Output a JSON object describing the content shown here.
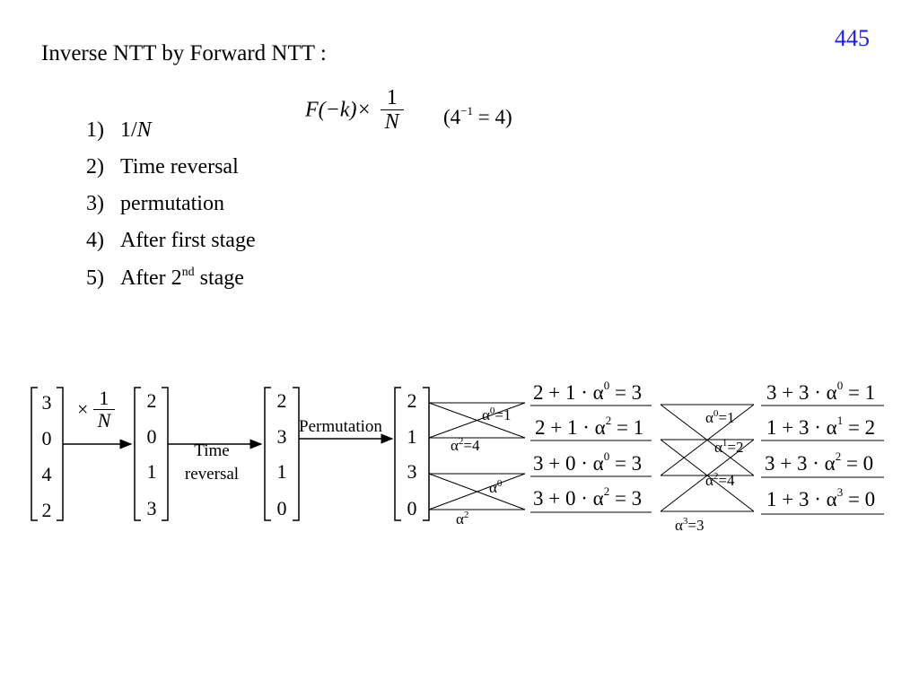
{
  "page_number": "445",
  "title": "Inverse NTT by Forward NTT :",
  "formula": {
    "lhs": "F(−k)×",
    "frac_num": "1",
    "frac_den": "N",
    "note_open": "(4",
    "note_exp": "−1",
    "note_rest": " = 4)"
  },
  "steps": [
    {
      "num": "1)",
      "text_a": "1/",
      "text_b": "N"
    },
    {
      "num": "2)",
      "text": "Time reversal"
    },
    {
      "num": "3)",
      "text": "permutation"
    },
    {
      "num": "4)",
      "text": "After first stage"
    },
    {
      "num": "5)",
      "text_a": "After 2",
      "sup": "nd",
      "text_b": " stage"
    }
  ],
  "vectors": {
    "input": [
      "3",
      "0",
      "4",
      "2"
    ],
    "after_scale": [
      "2",
      "0",
      "1",
      "3"
    ],
    "after_reversal": [
      "2",
      "3",
      "1",
      "0"
    ],
    "after_permutation": [
      "2",
      "1",
      "3",
      "0"
    ]
  },
  "arrow_labels": {
    "scale_times": "×",
    "scale_num": "1",
    "scale_den": "N",
    "time_reversal_1": "Time",
    "time_reversal_2": "reversal",
    "permutation": "Permutation"
  },
  "stage1": {
    "twiddles": [
      {
        "base": "α",
        "exp": "0",
        "rest": "=1"
      },
      {
        "base": "α",
        "exp": "2",
        "rest": "=4"
      },
      {
        "base": "α",
        "exp": "0",
        "rest": ""
      },
      {
        "base": "α",
        "exp": "2",
        "rest": ""
      }
    ],
    "equations": [
      {
        "lhs": "2 + 1 · α",
        "exp": "0",
        "rhs": " = 3"
      },
      {
        "lhs": "2 + 1 · α",
        "exp": "2",
        "rhs": " = 1"
      },
      {
        "lhs": "3 + 0 · α",
        "exp": "0",
        "rhs": " = 3"
      },
      {
        "lhs": "3 + 0 · α",
        "exp": "2",
        "rhs": " = 3"
      }
    ]
  },
  "stage2": {
    "twiddles": [
      {
        "base": "α",
        "exp": "0",
        "rest": "=1"
      },
      {
        "base": "α",
        "exp": "1",
        "rest": "=2"
      },
      {
        "base": "α",
        "exp": "2",
        "rest": "=4"
      },
      {
        "base": "α",
        "exp": "3",
        "rest": "=3"
      }
    ],
    "equations": [
      {
        "lhs": "3 + 3 · α",
        "exp": "0",
        "rhs": " = 1"
      },
      {
        "lhs": "1 + 3 · α",
        "exp": "1",
        "rhs": " = 2"
      },
      {
        "lhs": "3 + 3 · α",
        "exp": "2",
        "rhs": " = 0"
      },
      {
        "lhs": "1 + 3 · α",
        "exp": "3",
        "rhs": " = 0"
      }
    ]
  }
}
